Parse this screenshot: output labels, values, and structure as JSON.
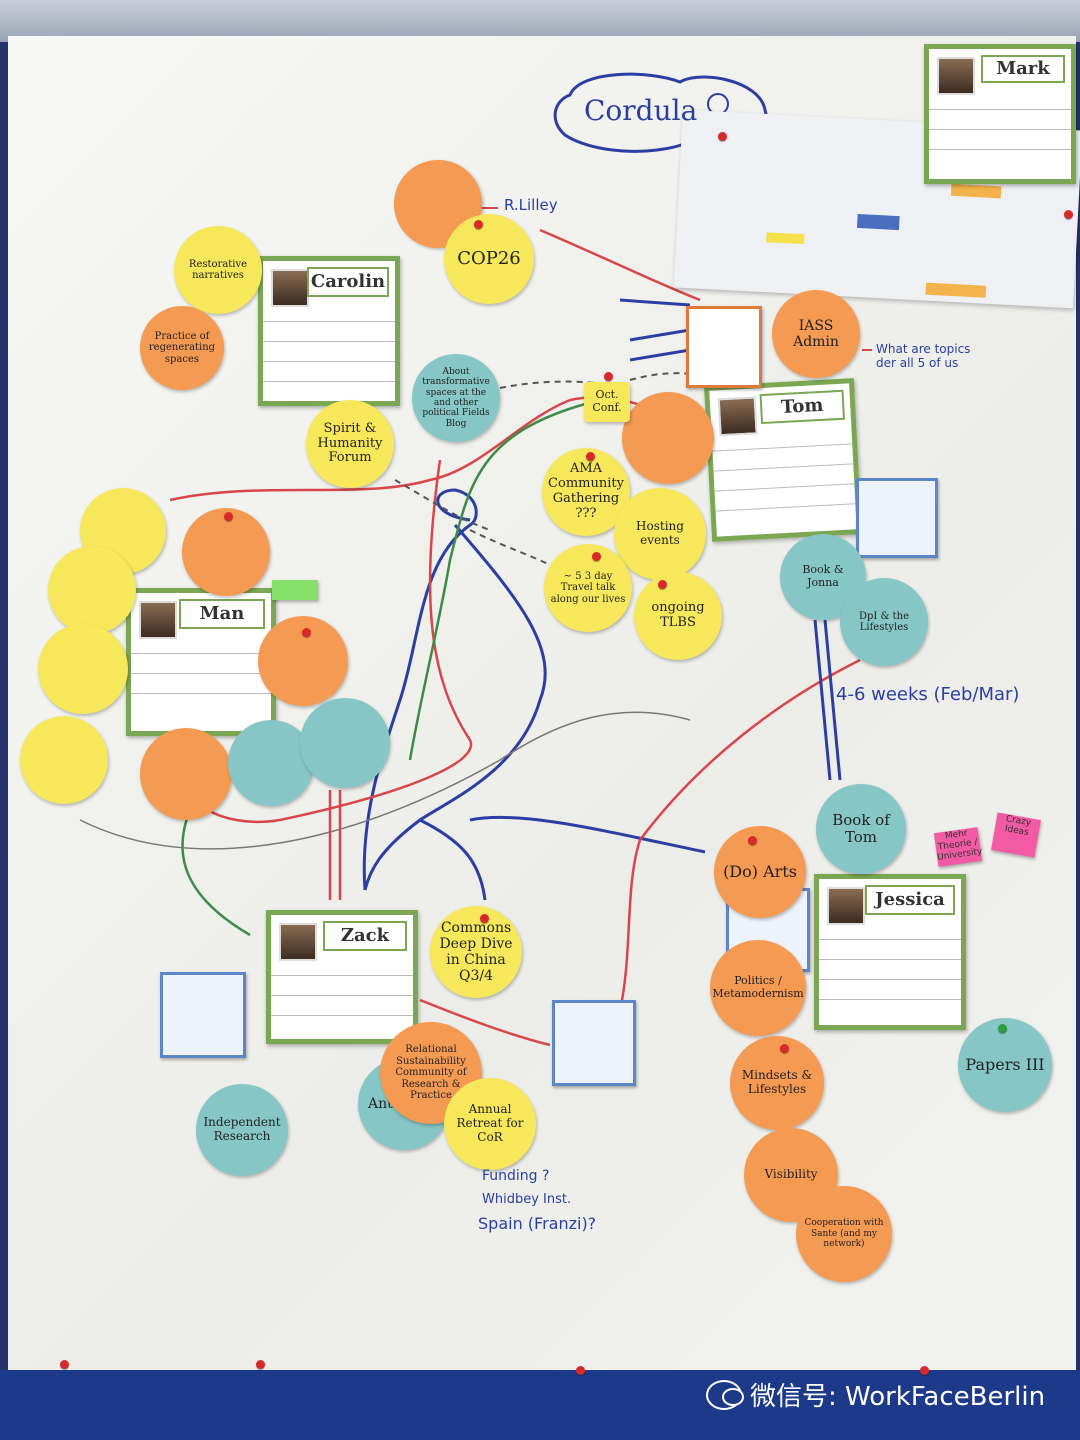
{
  "cards": {
    "mark": "Mark",
    "carolin": "Carolin",
    "tom": "Tom",
    "man": "Man",
    "zack": "Zack",
    "jessica": "Jessica"
  },
  "handwriting": {
    "cordula": "Cordula",
    "r_lilley": "R.Lilley",
    "what_are_topics": "What are topics der all 5 of us",
    "weeks": "4-6 weeks (Feb/Mar)",
    "funding": "Funding ?",
    "whidbey": "Whidbey Inst.",
    "spain": "Spain (Franzi)?"
  },
  "circles": {
    "oct_conf": "Oct. Conf.",
    "cop26": "COP26",
    "iass_admin": "IASS Admin",
    "spirit": "Spirit & Humanity Forum",
    "transformative": "About transformative spaces at the and other political Fields Blog",
    "ama": "AMA Community Gathering ???",
    "hosting_events": "Hosting events",
    "three_day": "~ 5 3 day Travel talk along our lives",
    "ongoing": "ongoing TLBS",
    "book_of_tom": "Book of Tom",
    "arts": "(Do) Arts",
    "politics": "Politics / Metamodernism",
    "mindsets": "Mindsets & Lifestyles",
    "visibility": "Visibility",
    "cooperation": "Cooperation with Sante (and my network)",
    "papers": "Papers III",
    "commons": "Commons Deep Dive in China Q3/4",
    "anthology": "Anthology",
    "relational": "Relational Sustainability Community of Research & Practice",
    "annual": "Annual Retreat for CoR",
    "independent": "Independent Research",
    "bookt": "Book & Jonna",
    "dpi": "DpI & the Lifestyles",
    "restorative": "Restorative narratives",
    "theory": "Practice of regenerating spaces",
    "sticky_pink_a": "Mehr Theorie / University",
    "sticky_pink_b": "Crazy Ideas"
  },
  "watermark": {
    "text": "微信号: WorkFaceBerlin"
  },
  "colors": {
    "yellow": "#f6e85a",
    "orange": "#f59a52",
    "teal": "#86c6c7",
    "card_border": "#7aa852",
    "marker_blue": "#2b3fa3",
    "marker_red": "#d8464a",
    "board_blue": "#1d3a8a"
  }
}
